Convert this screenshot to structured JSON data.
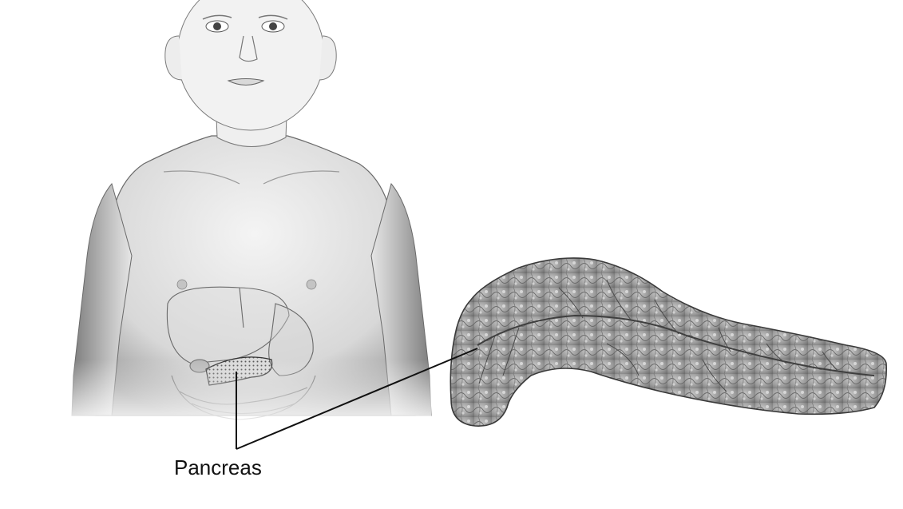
{
  "labels": {
    "pancreas": "Pancreas"
  },
  "figure": {
    "subjects": [
      "child-torso-illustration",
      "pancreas-detail-illustration"
    ]
  },
  "colors": {
    "line": "#111111",
    "skin_shadow": "#8a8a8a",
    "organ": "#9e9e9e",
    "organ_dark": "#5a5a5a",
    "background": "#ffffff"
  }
}
